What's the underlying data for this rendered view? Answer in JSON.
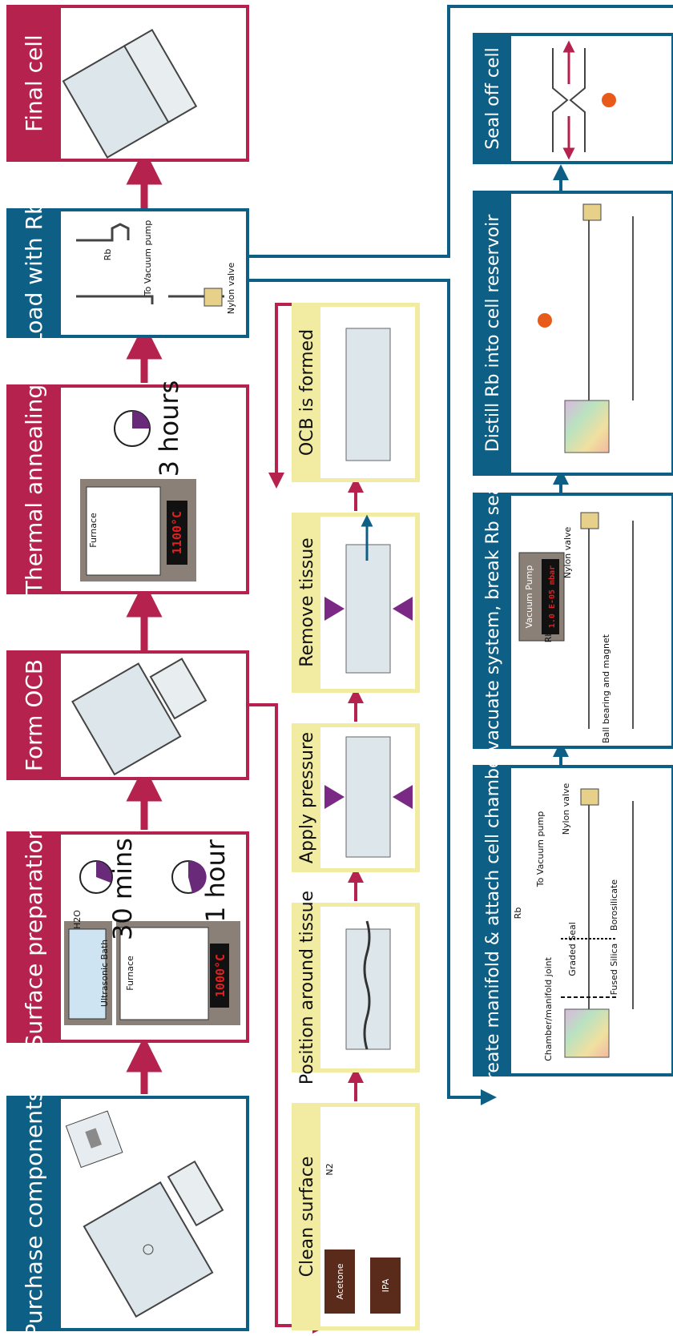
{
  "colors": {
    "crimson": "#b5224d",
    "teal": "#0d5f86",
    "yellow_bg": "#f2eca3",
    "yellow_body": "#ffffff",
    "furnace": "#8a8078"
  },
  "main": {
    "purchase": "Purchase components",
    "surface": "Surface preparation",
    "form_ocb": "Form OCB",
    "thermal": "Thermal annealing",
    "load_rb": "Load with Rb",
    "final": "Final cell"
  },
  "surface_prep": {
    "bath_label": "Ultrasonic Bath",
    "water": "H2O",
    "furnace": "Furnace",
    "temp": "1000°C",
    "time1": "30 mins",
    "time2": "1 hour"
  },
  "thermal_ann": {
    "furnace": "Furnace",
    "temp": "1100°C",
    "time": "3 hours"
  },
  "load": {
    "to_vacuum": "To Vacuum pump",
    "nylon_valve": "Nylon valve",
    "rb": "Rb"
  },
  "ocb_steps": [
    "Clean surface",
    "Position around tissue",
    "Apply pressure",
    "Remove tissue",
    "OCB is formed"
  ],
  "clean": {
    "acetone": "Acetone",
    "ipa": "IPA",
    "n2": "N2"
  },
  "rb_steps": [
    "Create manifold & attach cell chamber",
    "Evacuate system, break Rb seal",
    "Distill Rb into cell reservoir",
    "Seal off cell"
  ],
  "manifold": {
    "chamber_joint": "Chamber/manifold joint",
    "graded_seal": "Graded Seal",
    "fused_silica": "Fused Silica",
    "borosilicate": "Borosilicate",
    "to_vacuum": "To Vacuum pump",
    "nylon_valve": "Nylon valve",
    "rb": "Rb"
  },
  "evacuate": {
    "vacuum_pump": "Vacuum Pump",
    "reading": "1.0 E-05 mbar",
    "ball": "Ball bearing and magnet",
    "nylon_valve": "Nylon valve",
    "rb": "Rb"
  }
}
